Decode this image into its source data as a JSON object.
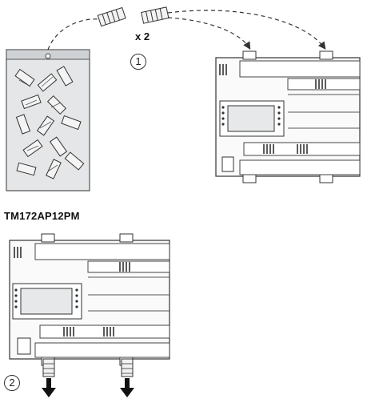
{
  "diagram": {
    "quantity_label": "x 2",
    "step_1": "1",
    "step_2": "2",
    "model_label": "TM172AP12PM"
  }
}
